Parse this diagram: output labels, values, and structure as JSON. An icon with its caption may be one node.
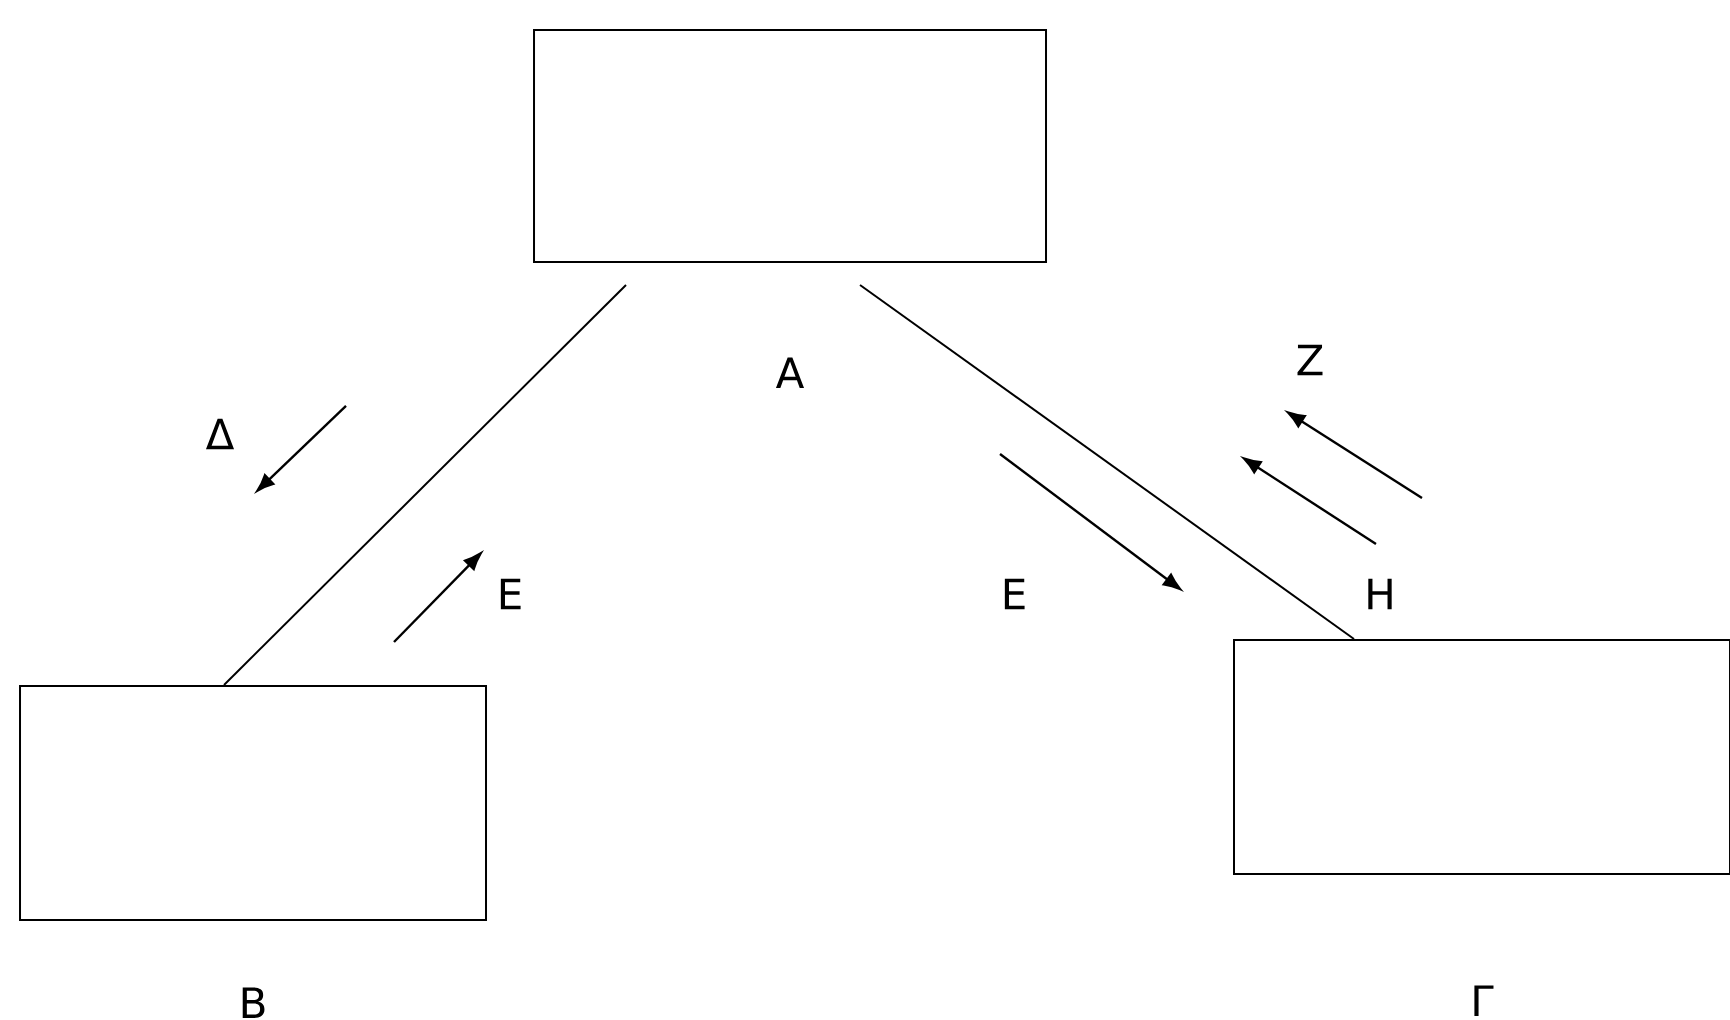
{
  "diagram": {
    "nodes": [
      {
        "text": [
          "Α"
        ]
      },
      {
        "text": [
          "Β"
        ]
      },
      {
        "text": [
          "Γ"
        ]
      }
    ],
    "edges": [
      {
        "from": 0,
        "to": 1,
        "arrow": "none"
      },
      {
        "from": 0,
        "to": 2,
        "arrow": "none"
      }
    ],
    "labels": [
      "Δ",
      "Ε",
      "Ε",
      "Ζ",
      "Η"
    ]
  }
}
